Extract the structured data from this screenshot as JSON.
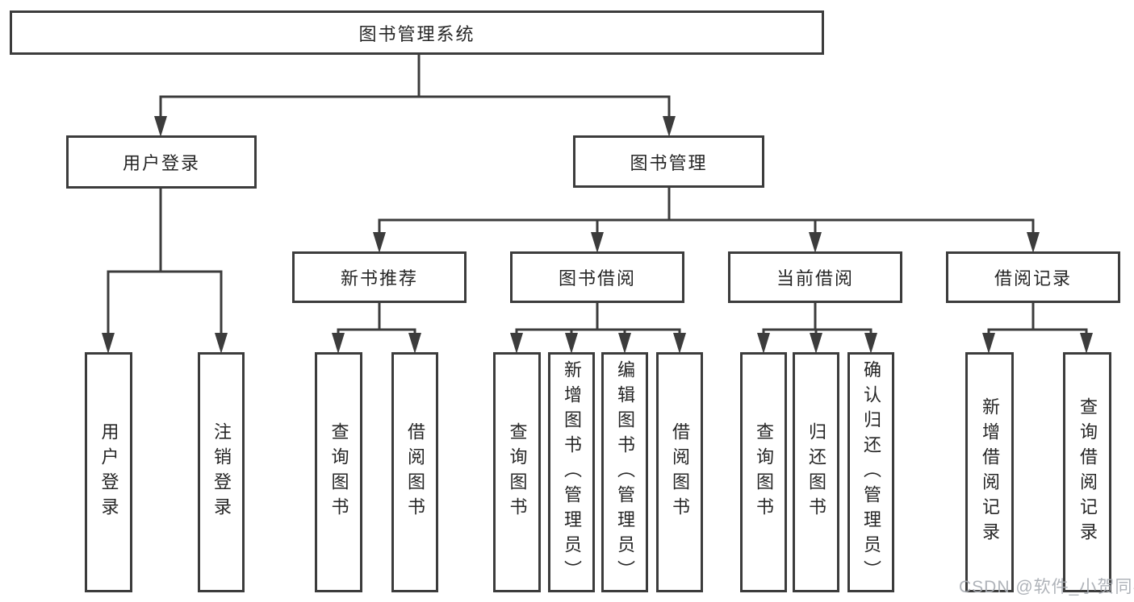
{
  "diagram_type": "hierarchy-tree",
  "tree": {
    "root": {
      "label": "图书管理系统",
      "children": [
        {
          "label": "用户登录",
          "children": [
            {
              "label": "用户登录"
            },
            {
              "label": "注销登录"
            }
          ]
        },
        {
          "label": "图书管理",
          "children": [
            {
              "label": "新书推荐",
              "children": [
                {
                  "label": "查询图书"
                },
                {
                  "label": "借阅图书"
                }
              ]
            },
            {
              "label": "图书借阅",
              "children": [
                {
                  "label": "查询图书"
                },
                {
                  "label": "新增图书（管理员）"
                },
                {
                  "label": "编辑图书（管理员）"
                },
                {
                  "label": "借阅图书"
                }
              ]
            },
            {
              "label": "当前借阅",
              "children": [
                {
                  "label": "查询图书"
                },
                {
                  "label": "归还图书"
                },
                {
                  "label": "确认归还（管理员）"
                }
              ]
            },
            {
              "label": "借阅记录",
              "children": [
                {
                  "label": "新增借阅记录"
                },
                {
                  "label": "查询借阅记录"
                }
              ]
            }
          ]
        }
      ]
    }
  },
  "watermark": {
    "text": "CSDN @软件_小贺同学"
  },
  "colors": {
    "line": "#3c3c3c",
    "box_border": "#3c3c3c",
    "box_background": "#ffffff",
    "text": "#262626",
    "watermark": "#a8adb3",
    "page_background": "#ffffff"
  }
}
